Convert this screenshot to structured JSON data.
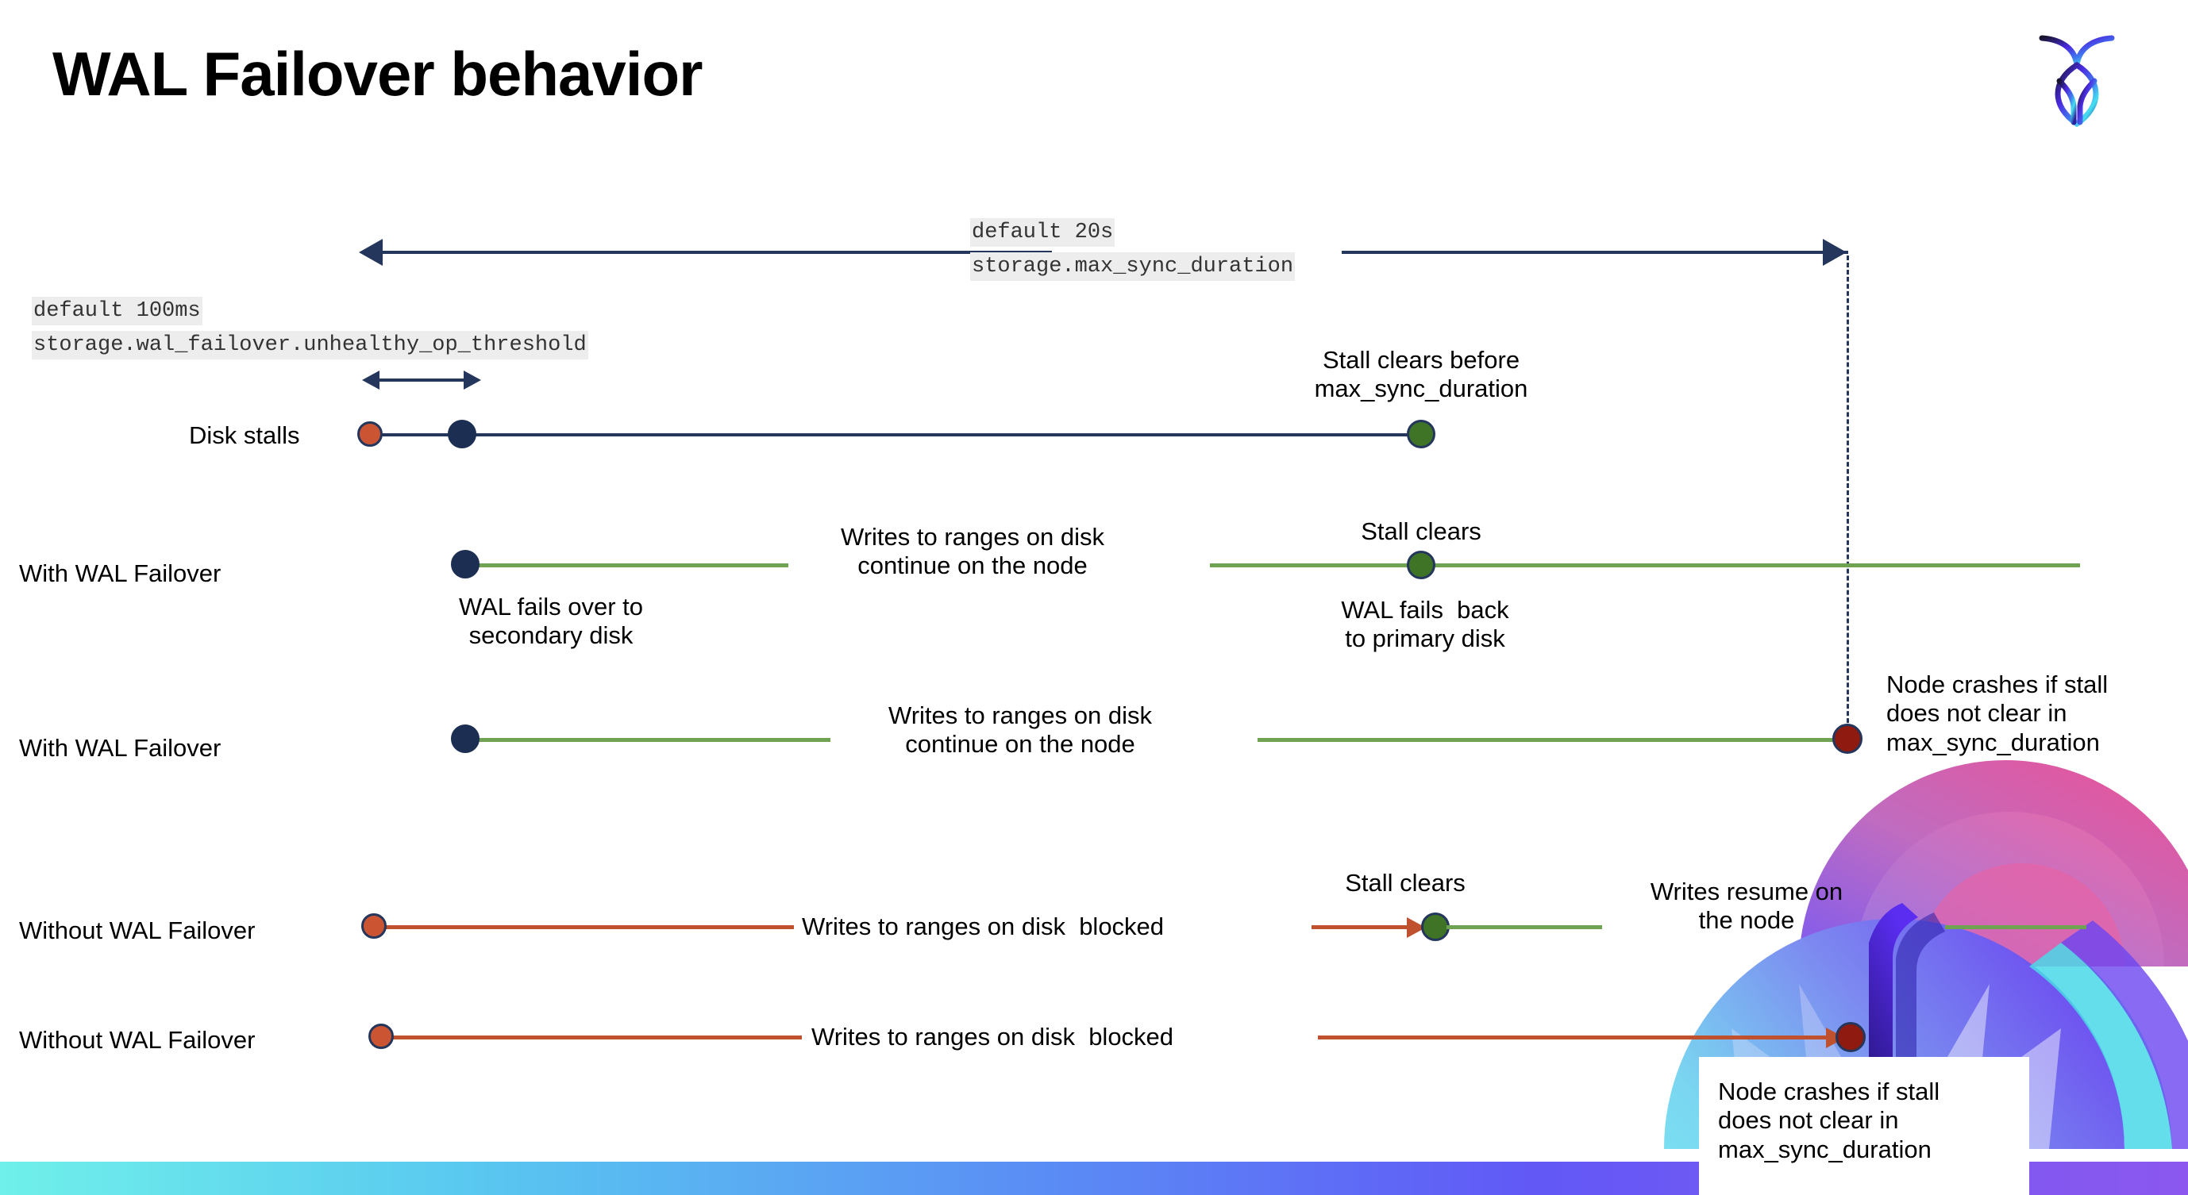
{
  "slide": {
    "title": "WAL Failover behavior",
    "logo_name": "cockroachdb-logo"
  },
  "settings": [
    {
      "id": "max-sync-duration",
      "default_line": "default 20s",
      "setting_line": "storage.max_sync_duration"
    },
    {
      "id": "unhealthy-op-threshold",
      "default_line": "default 100ms",
      "setting_line": "storage.wal_failover.unhealthy_op_threshold"
    }
  ],
  "rows": [
    {
      "id": "disk-stalls",
      "label": "Disk stalls",
      "annotation": "Stall clears before\nmax_sync_duration"
    },
    {
      "id": "with-wal-failover-clears",
      "label": "With WAL Failover",
      "start_note": "WAL fails over to\nsecondary disk",
      "mid_note": "Writes to ranges on disk\ncontinue on the node",
      "clear_note": "Stall clears",
      "after_note": "WAL fails  back\nto primary disk"
    },
    {
      "id": "with-wal-failover-crash",
      "label": "With WAL Failover",
      "mid_note": "Writes to ranges on disk\ncontinue on the node",
      "crash_note": "Node crashes if stall\ndoes not clear in\nmax_sync_duration"
    },
    {
      "id": "without-wal-failover-clears",
      "label": "Without WAL Failover",
      "mid_note": "Writes to ranges on disk  blocked",
      "clear_note": "Stall clears",
      "after_note": "Writes resume on\nthe node"
    },
    {
      "id": "without-wal-failover-crash",
      "label": "Without WAL Failover",
      "mid_note": "Writes to ranges on disk  blocked",
      "crash_note": "Node crashes if stall\ndoes not clear in\nmax_sync_duration"
    }
  ],
  "colors": {
    "navy": "#25365c",
    "green_line": "#6fa251",
    "red_line": "#c0512f",
    "dot_orange": "#cb5532",
    "dot_navy": "#1c2e52",
    "dot_green": "#3f7426",
    "dot_dark_red": "#8e1a10",
    "code_chip_bg": "#ededed",
    "bottom_gradient_start": "#6ff0ea",
    "bottom_gradient_end": "#8b57ef"
  }
}
